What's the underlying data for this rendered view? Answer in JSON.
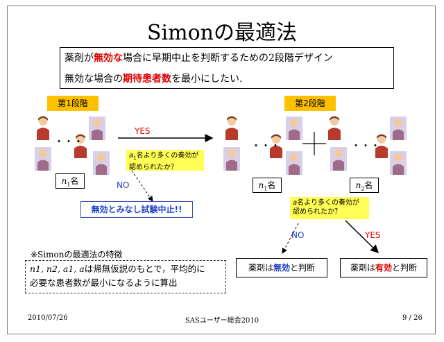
{
  "title": "Simonの最適法",
  "subtitle": {
    "line1_pre": "薬剤が",
    "line1_red": "無効な",
    "line1_post": "場合に早期中止を判断するための2段階デザイン",
    "line2_pre": "無効な場合の",
    "line2_red": "期待患者数",
    "line2_post": "を最小にしたい."
  },
  "stage1": {
    "label": "第1段階",
    "dots": "・・・",
    "n_label_var": "n",
    "n_label_sub": "1",
    "n_label_suffix": "名",
    "question_var": "a",
    "question_sub": "1",
    "question_text": "名より多くの奏効が",
    "question_text2": "認められたか？",
    "yes": "YES",
    "no": "NO",
    "stop": "無効とみなし試験中止!!"
  },
  "stage2": {
    "label": "第2段階",
    "dots": "・・・",
    "n1_var": "n",
    "n1_sub": "1",
    "n1_suffix": "名",
    "n2_var": "n",
    "n2_sub": "2",
    "n2_suffix": "名",
    "question_var": "a",
    "question_text": "名より多くの奏効が",
    "question_text2": "認められたか？",
    "no": "NO",
    "yes": "YES",
    "result_invalid_pre": "薬剤は",
    "result_invalid_word": "無効",
    "result_invalid_post": "と判断",
    "result_valid_pre": "薬剤は",
    "result_valid_word": "有効",
    "result_valid_post": "と判断"
  },
  "note": {
    "heading": "※Simonの最適法の特徴",
    "line1_math": "n1, n2, a1, a",
    "line1_text": "は帰無仮説のもとで，平均的に",
    "line2_text": "必要な患者数が最小になるように算出"
  },
  "footer": {
    "date": "2010/07/26",
    "center": "SASユーザー総会2010",
    "page": "9 / 26"
  },
  "colors": {
    "highlight_red": "#e00000",
    "stage_orange": "#ffc000",
    "question_yellow": "#ffff55",
    "blue_text": "#1f3fbf"
  }
}
